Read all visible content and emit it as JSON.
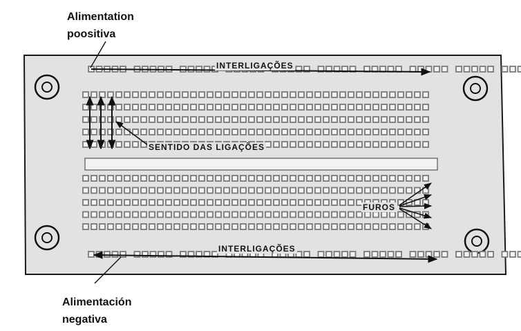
{
  "captions": {
    "positive": [
      "Alimentation",
      "poositiva"
    ],
    "negative": [
      "Alimentación",
      "negativa"
    ]
  },
  "board": {
    "interconnect_top": "INTERLIGAÇÕES",
    "interconnect_bottom": "INTERLIGAÇÕES",
    "connection_direction": "SENTIDO DAS LIGAÇÕES",
    "holes": "FUROS"
  },
  "colors": {
    "board": "#e2e2e2",
    "outline": "#1a1a1a",
    "hole": "#7a7a7a"
  }
}
